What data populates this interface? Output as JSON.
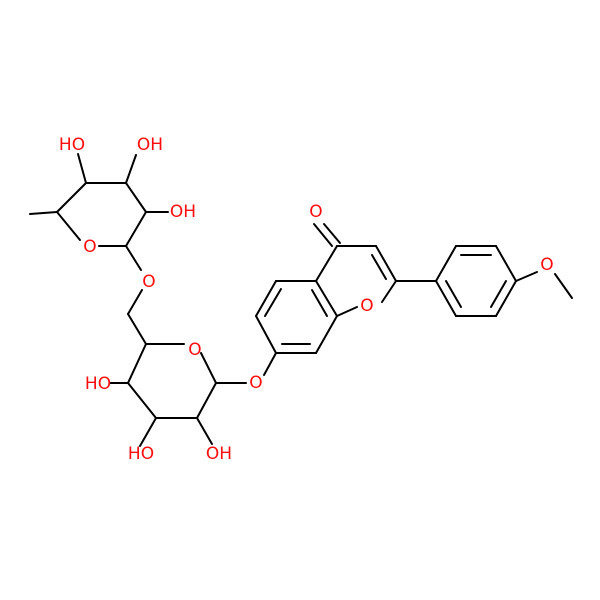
{
  "molecule": {
    "colors": {
      "bond": "#000000",
      "oxygen": "#ff0d0d",
      "background": "#ffffff"
    },
    "labels": {
      "ring_oxygen_rhamnose": "O",
      "linker_oxygen_upper": "O",
      "ring_oxygen_glucose": "O",
      "linker_oxygen_lower": "O",
      "ring_oxygen_chromone": "O",
      "carbonyl_oxygen": "O",
      "methoxy_oxygen": "O",
      "hydroxyl_1": "HO",
      "hydroxyl_2": "OH",
      "hydroxyl_3": "OH",
      "hydroxyl_4": "HO",
      "hydroxyl_5": "HO",
      "hydroxyl_6": "OH"
    }
  }
}
